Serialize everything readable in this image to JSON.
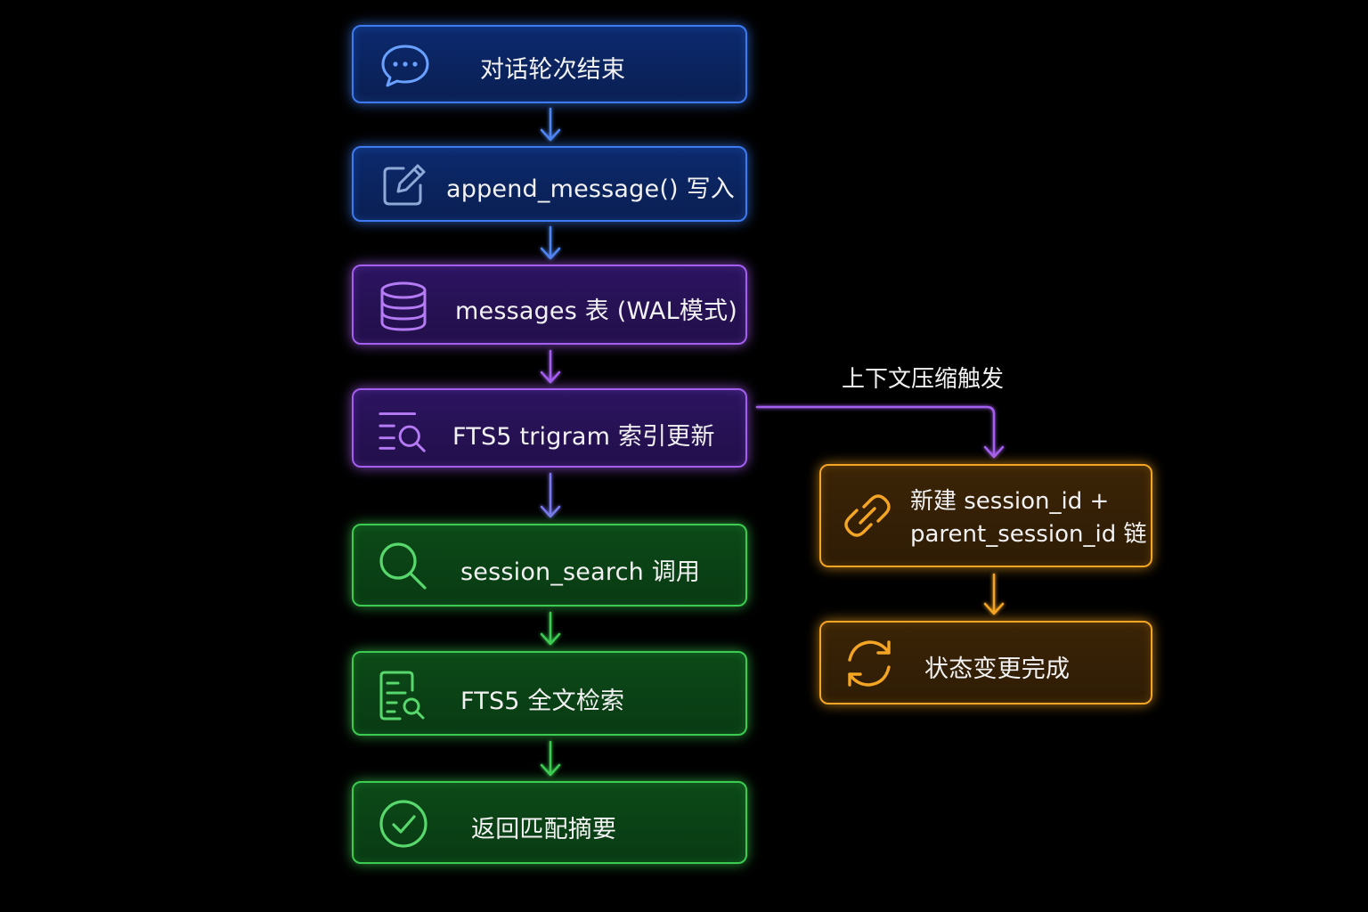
{
  "main_flow": [
    {
      "label": "对话轮次结束",
      "icon": "chat-bubble-icon",
      "color": "#3d7bf0"
    },
    {
      "label": "append_message() 写入",
      "icon": "edit-icon",
      "color": "#3d7bf0"
    },
    {
      "label": "messages 表 (WAL模式)",
      "icon": "database-icon",
      "color": "#a45ef0"
    },
    {
      "label": "FTS5 trigram 索引更新",
      "icon": "list-search-icon",
      "color": "#a45ef0"
    },
    {
      "label": "session_search 调用",
      "icon": "search-icon",
      "color": "#3dcc52"
    },
    {
      "label": "FTS5 全文检索",
      "icon": "document-search-icon",
      "color": "#3dcc52"
    },
    {
      "label": "返回匹配摘要",
      "icon": "check-circle-icon",
      "color": "#3dcc52"
    }
  ],
  "branch": {
    "trigger_label": "上下文压缩触发",
    "nodes": [
      {
        "line1": "新建 session_id +",
        "line2": "parent_session_id 链",
        "icon": "link-icon",
        "color": "#f5a524"
      },
      {
        "label": "状态变更完成",
        "icon": "refresh-icon",
        "color": "#f5a524"
      }
    ]
  }
}
